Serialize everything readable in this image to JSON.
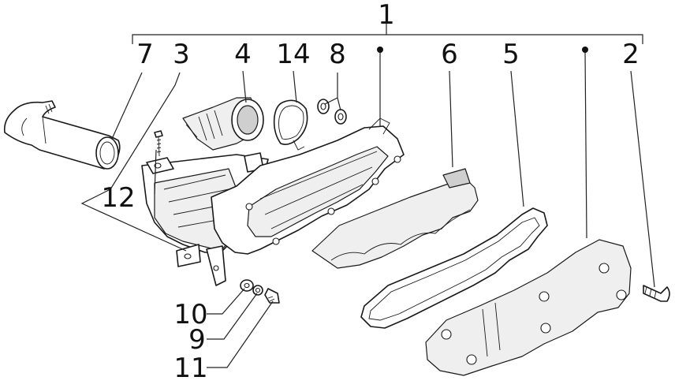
{
  "diagram": {
    "labels": {
      "p1": "1",
      "p2": "2",
      "p3": "3",
      "p4": "4",
      "p5": "5",
      "p6": "6",
      "p7": "7",
      "p8": "8",
      "p9": "9",
      "p10": "10",
      "p11": "11",
      "p12": "12",
      "p14": "14"
    },
    "colors": {
      "ink": "#1a1a1a",
      "background": "#ffffff",
      "shade": "#efefef"
    }
  }
}
